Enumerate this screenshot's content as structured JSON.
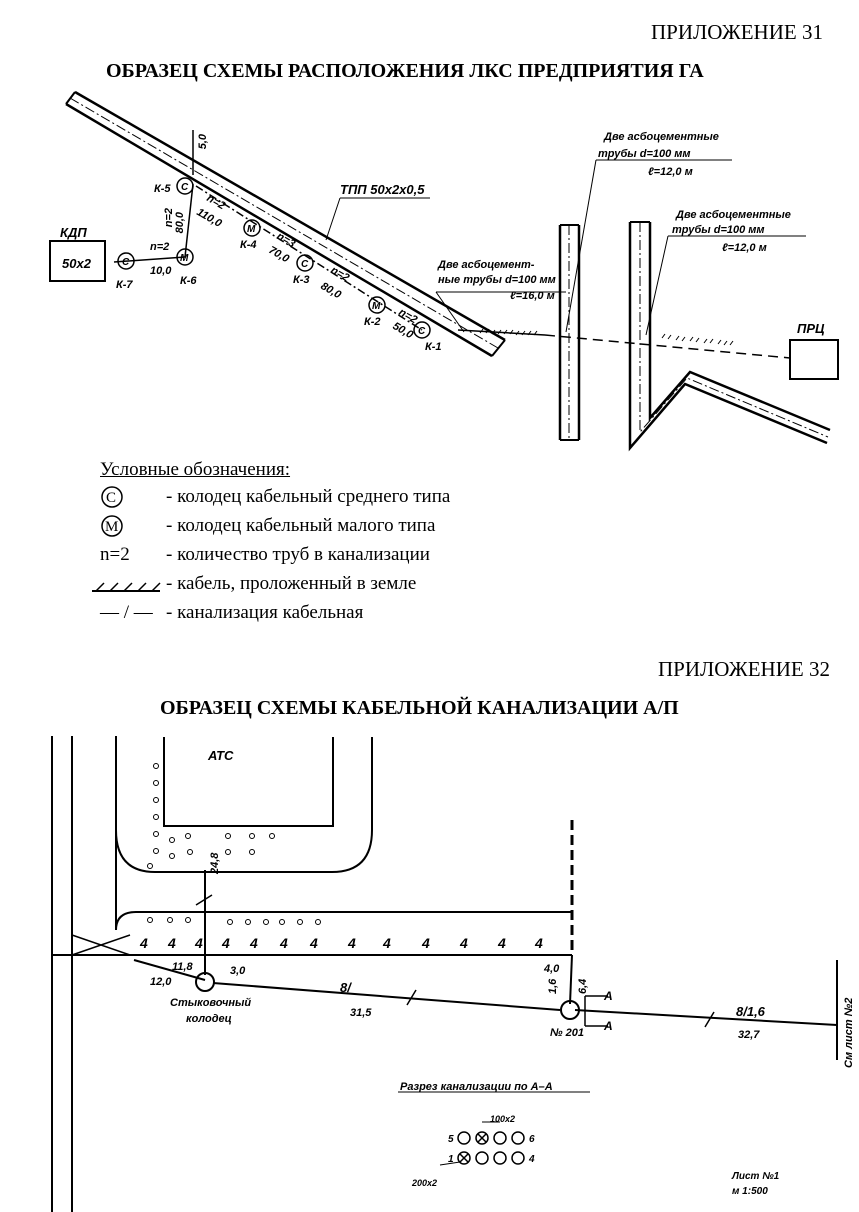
{
  "app31": {
    "header": "ПРИЛОЖЕНИЕ 31",
    "title": "ОБРАЗЕЦ СХЕМЫ РАСПОЛОЖЕНИЯ ЛКС ПРЕДПРИЯТИЯ ГА",
    "labels": {
      "kdp": "КДП",
      "kdp_box": "50х2",
      "prc": "ПРЦ",
      "cable": "ТПП 50х2х0,5",
      "k1": "К-1",
      "k2": "К-2",
      "k3": "К-3",
      "k4": "К-4",
      "k5": "К-5",
      "k6": "К-6",
      "k7": "К-7",
      "pipes1_l1": "Две асбоцемент-",
      "pipes1_l2": "ные трубы d=100 мм",
      "pipes1_l3": "ℓ=16,0 м",
      "pipes2_l1": "Две асбоцементные",
      "pipes2_l2": "трубы d=100 мм",
      "pipes2_l3": "ℓ=12,0 м",
      "pipes3_l1": "Две асбоцементные",
      "pipes3_l2": "трубы d=100 мм",
      "pipes3_l3": "ℓ=12,0 м",
      "n2a": "n=2",
      "d110": "110,0",
      "n3": "n=3",
      "d70": "70,0",
      "n2b": "n=2",
      "d80a": "80,0",
      "n2c": "n=2",
      "d50": "50,0",
      "n2d": "n=2",
      "d10": "10,0",
      "n2e": "n=2",
      "d80b": "80,0",
      "d5": "5,0"
    },
    "legend": {
      "title": "Условные обозначения:",
      "items": [
        {
          "symbol": "С",
          "text": "- колодец кабельный среднего типа"
        },
        {
          "symbol": "М",
          "text": "- колодец кабельный малого типа"
        },
        {
          "symbol": "n=2",
          "text": "- количество труб в канализации"
        },
        {
          "symbol": "",
          "text": "- кабель, проложенный в земле"
        },
        {
          "symbol": "— / —",
          "text": "- канализация кабельная"
        }
      ]
    }
  },
  "app32": {
    "header": "ПРИЛОЖЕНИЕ 32",
    "title": "ОБРАЗЕЦ СХЕМЫ КАБЕЛЬНОЙ КАНАЛИЗАЦИИ А/П",
    "labels": {
      "ats": "АТС",
      "d248": "24,8",
      "d118": "11,8",
      "d120": "12,0",
      "d30": "3,0",
      "n8": "8/",
      "d315": "31,5",
      "d40": "4,0",
      "d16": "1,6",
      "d64": "6,4",
      "a1": "А",
      "a2": "А",
      "n201": "№ 201",
      "n816": "8/1,6",
      "d327": "32,7",
      "junction_l1": "Стыковочный",
      "junction_l2": "колодец",
      "sheet2": "См лист №2",
      "section": "Разрез канализации по А–А",
      "c100": "100х2",
      "c200": "200х2",
      "r5": "5",
      "r6": "6",
      "r1": "1",
      "r4": "4",
      "sheet1_l1": "Лист №1",
      "sheet1_l2": "м 1:500"
    }
  }
}
